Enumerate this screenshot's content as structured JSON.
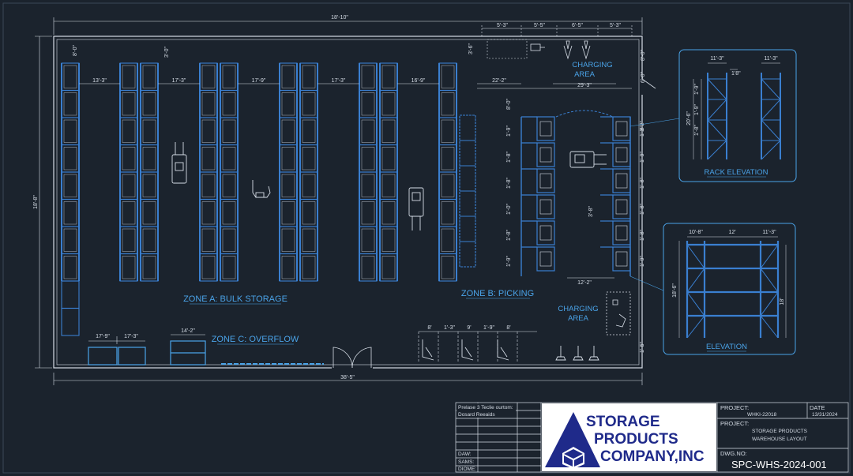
{
  "plan": {
    "overall_width": "18'-10\"",
    "overall_bottom": "38'-5\"",
    "overall_height": "18'-8\"",
    "top_dims": [
      "5'-3\"",
      "5'-5\"",
      "6'-5\"",
      "5'-3\""
    ],
    "aisle_dims": [
      "13'-3\"",
      "17'-3\"",
      "17'-9\"",
      "17'-3\"",
      "16'-9\"",
      "22'-2\"",
      "29'-3\""
    ],
    "side_dims": [
      "8'-0\"",
      "3'-6\"",
      "3'-0\"",
      "6'-0\""
    ],
    "pick_dims": [
      "1'-9\"",
      "1'-8\"",
      "1'-8\"",
      "1'-0\"",
      "1'-8\"",
      "1'-9\""
    ],
    "right_dims": [
      "1'-2\"",
      "1'-8\"",
      "1'-9\"",
      "1'-8\"",
      "1'-8\"",
      "1'-8\"",
      "1'-9\"",
      "1'-5\""
    ],
    "pick_width": "12'-2\"",
    "pick_inner": "3'-8\"",
    "overflow_dims": [
      "17'-9\"",
      "17'-3\"",
      "14'-2\""
    ],
    "dock_dims": [
      "8'",
      "1'-3\"",
      "9'",
      "1'-9\"",
      "8'"
    ]
  },
  "labels": {
    "zone_a": "ZONE A: BULK STORAGE",
    "zone_b": "ZONE B: PICKING",
    "zone_c": "ZONE C: OVERFLOW",
    "charging_top": [
      "CHARGING",
      "AREA"
    ],
    "charging_bottom": [
      "CHARGING",
      "AREA"
    ]
  },
  "rack_elevation": {
    "title": "RACK ELEVATION",
    "dims": [
      "11'-3\"",
      "11'-3\"",
      "1'8\"",
      "1'-9\"",
      "1'-9\"",
      "1'-8\"",
      "20'-6\""
    ]
  },
  "elevation": {
    "title": "ELEVATION",
    "dims": [
      "10'-8\"",
      "12'",
      "11'-3\"",
      "18'-6\"",
      "18'"
    ]
  },
  "title_block": {
    "notes": [
      "Prelase 3 Teclie ourtom:",
      "Dosard Reeaids"
    ],
    "rows": [
      "DAW:",
      "SAMS:",
      "DIOME:"
    ],
    "company_lines": [
      "STORAGE",
      "PRODUCTS",
      "COMPANY,INC"
    ],
    "project_label": "PROJECT:",
    "project_no": "WHKI-22018",
    "date_label": "DATE",
    "date": "13/31/2024",
    "project_label2": "PROJECT:",
    "project_name": [
      "STORAGE PRODUCTS",
      "WAREHOUSE LAYOUT"
    ],
    "dwg_label": "DWG.NO:",
    "dwg_no": "SPC-WHS-2024-001"
  },
  "colors": {
    "background": "#1b232d",
    "line": "#d6dde6",
    "accent": "#4aa3e8",
    "rack": "#3a7fd0"
  }
}
